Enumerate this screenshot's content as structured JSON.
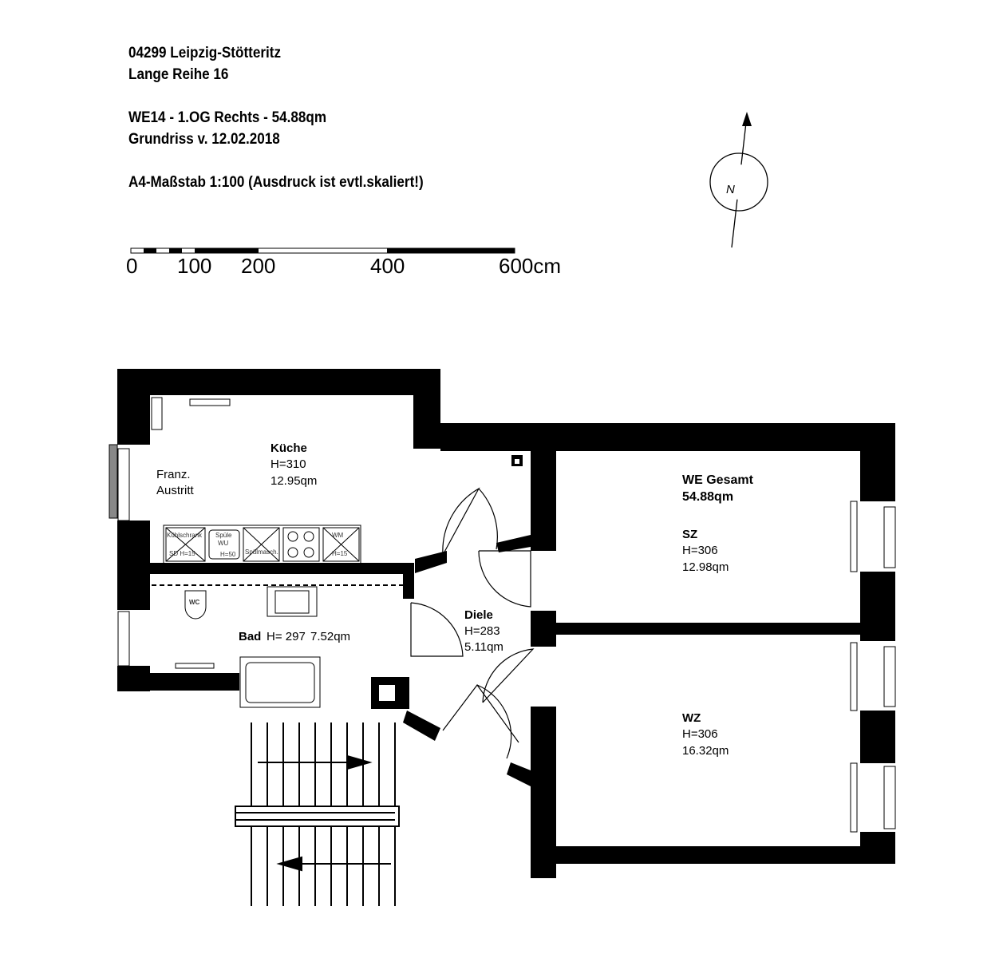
{
  "header": {
    "address_line1": "04299 Leipzig-Stötteritz",
    "address_line2": "Lange Reihe 16",
    "unit": "WE14 - 1.OG Rechts - 54.88qm",
    "plan_date": "Grundriss v. 12.02.2018",
    "scale_note": "A4-Maßstab 1:100 (Ausdruck ist evtl.skaliert!)"
  },
  "scale_bar": {
    "labels": [
      "0",
      "100",
      "200",
      "400",
      "600cm"
    ]
  },
  "compass": {
    "letter": "N",
    "icon": "north-arrow-icon"
  },
  "rooms": {
    "kueche": {
      "name": "Küche",
      "height": "H=310",
      "area": "12.95qm"
    },
    "franz": {
      "line1": "Franz.",
      "line2": "Austritt"
    },
    "bad": {
      "name": "Bad",
      "height": "H= 297",
      "area": "7.52qm"
    },
    "diele": {
      "name": "Diele",
      "height": "H=283",
      "area": "5.11qm"
    },
    "sz": {
      "name": "SZ",
      "height": "H=306",
      "area": "12.98qm"
    },
    "wz": {
      "name": "WZ",
      "height": "H=306",
      "area": "16.32qm"
    },
    "total": {
      "line1": "WE Gesamt",
      "line2": "54.88qm"
    }
  },
  "fixtures": {
    "kuehlschrank": "Kühlschrank",
    "kuehl_sub": "SD H=15",
    "spuele": "Spüle",
    "spuele_wu": "WU",
    "spuele_h": "H=50",
    "spuelmasch": "Spülmasch.",
    "wm": "WM",
    "wm_h": "H=15",
    "wc": "WC"
  }
}
